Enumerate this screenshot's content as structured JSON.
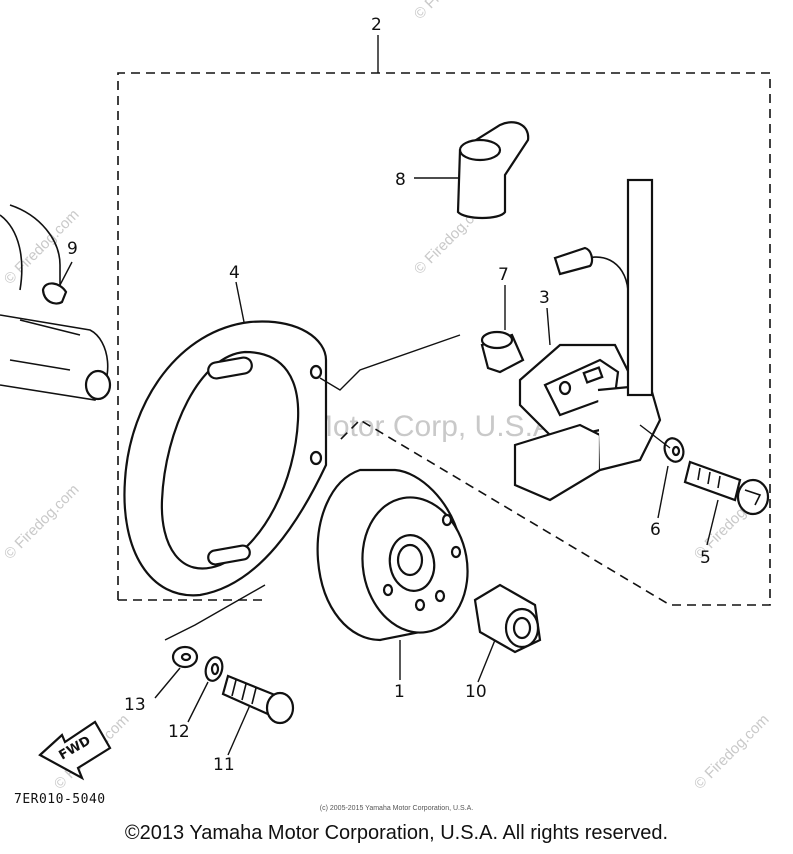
{
  "watermark": {
    "center_text": "Yamaha Motor Corp, U.S.A.",
    "site_text": "© Firedog.com"
  },
  "callouts": {
    "c1": "1",
    "c2": "2",
    "c3": "3",
    "c4": "4",
    "c5": "5",
    "c6": "6",
    "c7": "7",
    "c8": "8",
    "c9": "9",
    "c10": "10",
    "c11": "11",
    "c12": "12",
    "c13": "13"
  },
  "fwd_label": "FWD",
  "diagram_code": "7ER010-5040",
  "small_copyright": "(c) 2005-2015 Yamaha Motor Corporation, U.S.A.",
  "main_copyright": "©2013 Yamaha Motor Corporation, U.S.A. All rights reserved."
}
